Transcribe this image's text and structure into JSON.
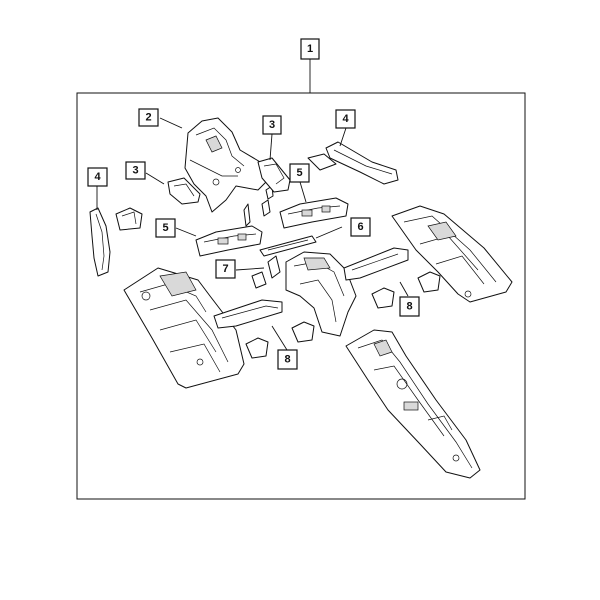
{
  "callouts": [
    {
      "id": "callout-1",
      "label": "1"
    },
    {
      "id": "callout-2",
      "label": "2"
    },
    {
      "id": "callout-3a",
      "label": "3"
    },
    {
      "id": "callout-3b",
      "label": "3"
    },
    {
      "id": "callout-4a",
      "label": "4"
    },
    {
      "id": "callout-4b",
      "label": "4"
    },
    {
      "id": "callout-5a",
      "label": "5"
    },
    {
      "id": "callout-5b",
      "label": "5"
    },
    {
      "id": "callout-6",
      "label": "6"
    },
    {
      "id": "callout-7",
      "label": "7"
    },
    {
      "id": "callout-8a",
      "label": "8"
    },
    {
      "id": "callout-8b",
      "label": "8"
    }
  ],
  "colors": {
    "line": "#111111",
    "background": "#ffffff",
    "shade": "#d9d9d9"
  }
}
